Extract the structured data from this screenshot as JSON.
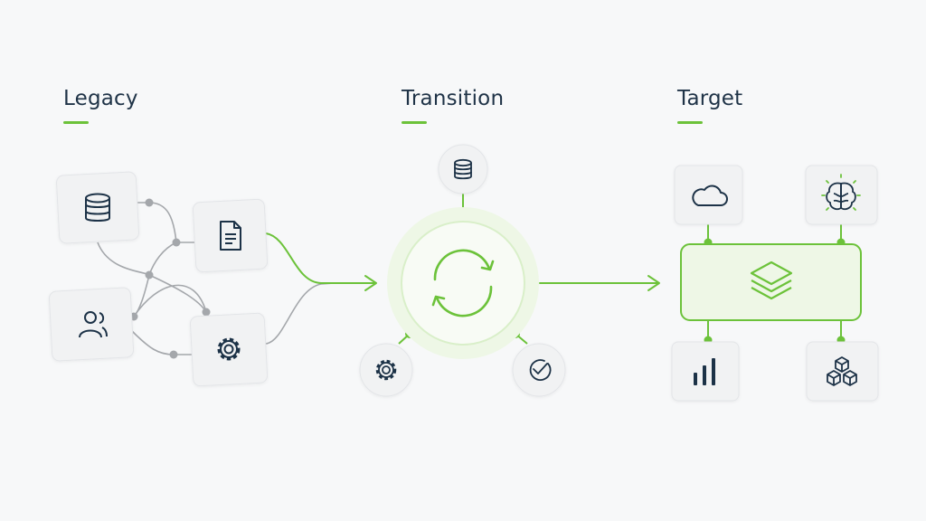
{
  "headings": {
    "legacy": "Legacy",
    "transition": "Transition",
    "target": "Target"
  },
  "colors": {
    "accent": "#6cc23a",
    "ink": "#1f3347",
    "card_fill": "#f1f2f3",
    "card_stroke": "#e3e5e8",
    "legacy_line": "#a4a7ab"
  },
  "icons": {
    "legacy": [
      "database-icon",
      "document-icon",
      "users-icon",
      "gear-icon"
    ],
    "transition": [
      "database-icon",
      "sync-icon",
      "gear-icon",
      "check-circle-icon"
    ],
    "target": [
      "cloud-icon",
      "ai-brain-icon",
      "layers-icon",
      "bar-chart-icon",
      "cubes-icon"
    ]
  }
}
